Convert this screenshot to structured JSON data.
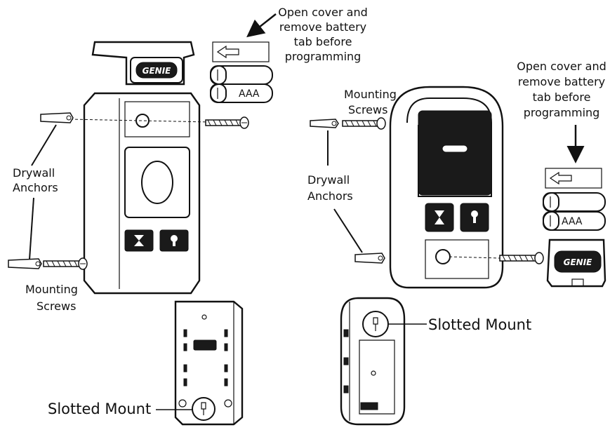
{
  "left_device": {
    "battery_callout": [
      "Open cover and",
      "remove battery",
      "tab before",
      "programming"
    ],
    "brand_label": "GENIE",
    "battery_label": "AAA",
    "drywall_anchors_label": [
      "Drywall",
      "Anchors"
    ],
    "mounting_screws_label": [
      "Mounting",
      "Screws"
    ],
    "slotted_mount_label": "Slotted Mount"
  },
  "right_device": {
    "battery_callout": [
      "Open cover and",
      "remove battery",
      "tab before",
      "programming"
    ],
    "brand_label": "GENIE",
    "battery_label": "AAA",
    "mounting_screws_label": [
      "Mounting",
      "Screws"
    ],
    "drywall_anchors_label": [
      "Drywall",
      "Anchors"
    ],
    "slotted_mount_label": "Slotted Mount"
  }
}
